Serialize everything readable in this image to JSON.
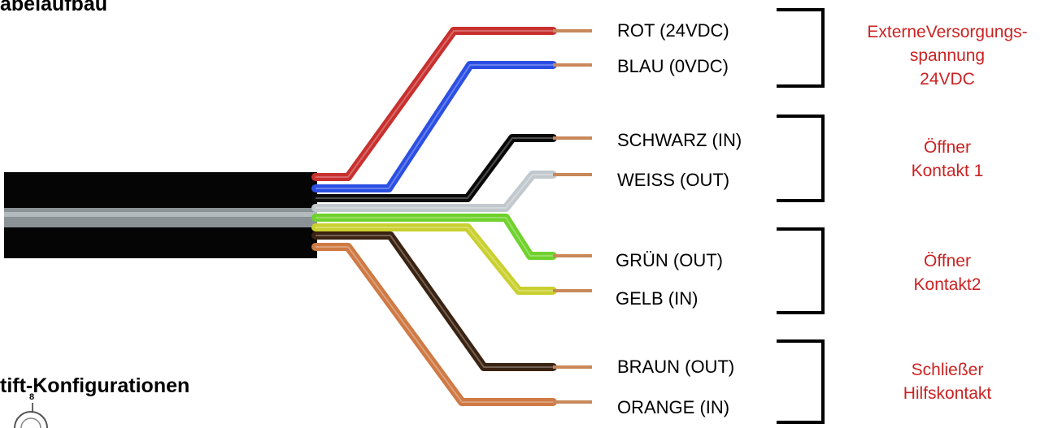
{
  "headings": {
    "top": "abelaufbau",
    "bottom": "tift-Konfigurationen",
    "pin_number": "8"
  },
  "wires": [
    {
      "label": "ROT (24VDC)",
      "color": "#c8302e"
    },
    {
      "label": "BLAU (0VDC)",
      "color": "#2c4fe3"
    },
    {
      "label": "SCHWARZ (IN)",
      "color": "#0a0a0a"
    },
    {
      "label": "WEISS (OUT)",
      "color": "#c2c9ce"
    },
    {
      "label": "GRÜN (OUT)",
      "color": "#6fd22c"
    },
    {
      "label": "GELB (IN)",
      "color": "#c9d02f"
    },
    {
      "label": "BRAUN (OUT)",
      "color": "#3b2312"
    },
    {
      "label": "ORANGE (IN)",
      "color": "#cf7a45"
    }
  ],
  "groups": [
    {
      "label": "ExterneVersorgungs-\nspannung\n24VDC"
    },
    {
      "label": "Öffner\nKontakt 1"
    },
    {
      "label": "Öffner\nKontakt2"
    },
    {
      "label": "Schließer\nHilfskontakt"
    }
  ],
  "colors": {
    "group_label": "#cc2222",
    "bracket": "#000000",
    "cable_jacket": "#050505",
    "cable_stripe": "#8a9296",
    "copper": "#c8885a"
  },
  "icons": {
    "connector": "connector-pin-icon"
  }
}
